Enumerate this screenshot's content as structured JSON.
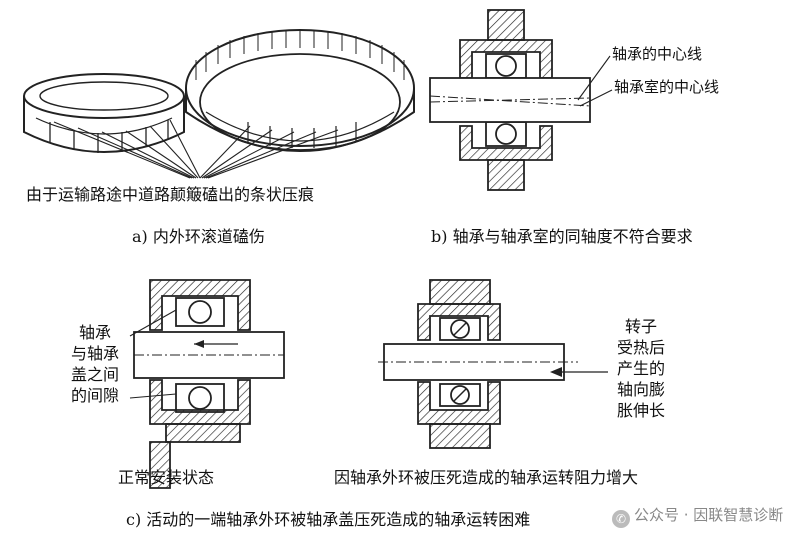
{
  "labels": {
    "a_callout": "由于运输路途中道路颠簸磕出的条状压痕",
    "a_caption": "a) 内外环滚道磕伤",
    "b_center_bearing": "轴承的中心线",
    "b_center_housing": "轴承室的中心线",
    "b_caption": "b) 轴承与轴承室的同轴度不符合要求",
    "c_gap": [
      "轴承",
      "与轴承",
      "盖之间",
      "的间隙"
    ],
    "c_normal": "正常安装状态",
    "c_thermal": [
      "转子",
      "受热后",
      "产生的",
      "轴向膨",
      "胀伸长"
    ],
    "c_pressed": "因轴承外环被压死造成的轴承运转阻力增大",
    "c_caption": "c) 活动的一端轴承外环被轴承盖压死造成的轴承运转困难"
  },
  "watermark": {
    "text": "公众号 · 因联智慧诊断",
    "icon": "wechat-icon"
  }
}
